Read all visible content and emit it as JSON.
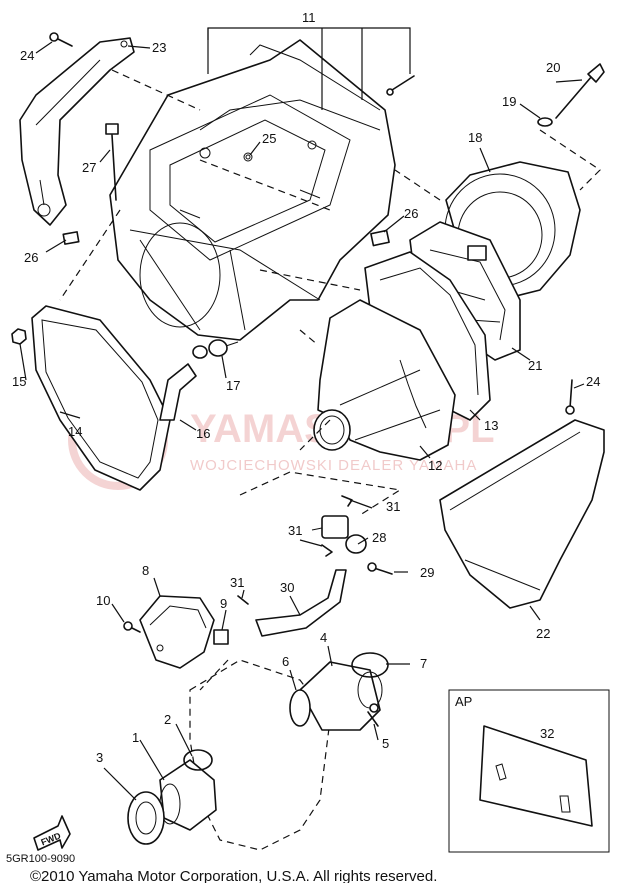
{
  "diagram": {
    "code": "5GR100-9090",
    "copyright": "©2010 Yamaha Motor Corporation, U.S.A. All rights reserved.",
    "fwd_label": "FWD",
    "inset_label": "AP",
    "watermark": {
      "title": "YAMASKLEP.PL",
      "subtitle": "WOJCIECHOWSKI DEALER YAMAHA"
    },
    "callouts": {
      "p1": "1",
      "p2": "2",
      "p3": "3",
      "p4": "4",
      "p5": "5",
      "p6": "6",
      "p7": "7",
      "p8": "8",
      "p9": "9",
      "p10": "10",
      "p11": "11",
      "p12": "12",
      "p13": "13",
      "p14": "14",
      "p15": "15",
      "p16": "16",
      "p17": "17",
      "p18": "18",
      "p19": "19",
      "p20": "20",
      "p21": "21",
      "p22": "22",
      "p23": "23",
      "p24a": "24",
      "p24b": "24",
      "p25": "25",
      "p26a": "26",
      "p26b": "26",
      "p27": "27",
      "p28": "28",
      "p29": "29",
      "p30": "30",
      "p31a": "31",
      "p31b": "31",
      "p31c": "31",
      "p32": "32"
    }
  }
}
